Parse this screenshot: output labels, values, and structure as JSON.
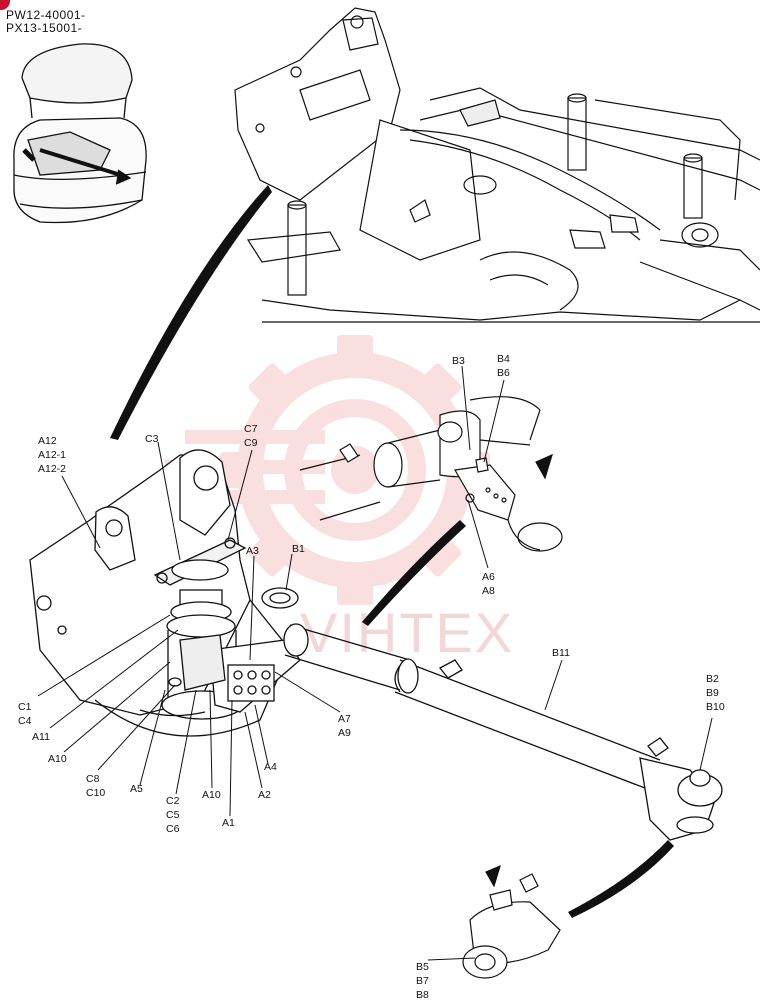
{
  "header": {
    "serial_1": "PW12-40001-",
    "serial_2": "PX13-15001-"
  },
  "watermark": {
    "text": "VIHTEX",
    "color": "#f5c6c6"
  },
  "labels": {
    "a12": "A12",
    "a12_1": "A12-1",
    "a12_2": "A12-2",
    "c3": "C3",
    "c7": "C7",
    "c9": "C9",
    "a3": "A3",
    "b1": "B1",
    "b3": "B3",
    "b4": "B4",
    "b6": "B6",
    "a6": "A6",
    "a8": "A8",
    "b11": "B11",
    "b2": "B2",
    "b9": "B9",
    "b10": "B10",
    "c1": "C1",
    "c4": "C4",
    "a11": "A11",
    "a10_left": "A10",
    "c8": "C8",
    "c10": "C10",
    "a5": "A5",
    "c2": "C2",
    "c5": "C5",
    "c6": "C6",
    "a10_mid": "A10",
    "a1": "A1",
    "a2": "A2",
    "a4": "A4",
    "a7": "A7",
    "a9": "A9",
    "b5": "B5",
    "b7": "B7",
    "b8": "B8"
  }
}
